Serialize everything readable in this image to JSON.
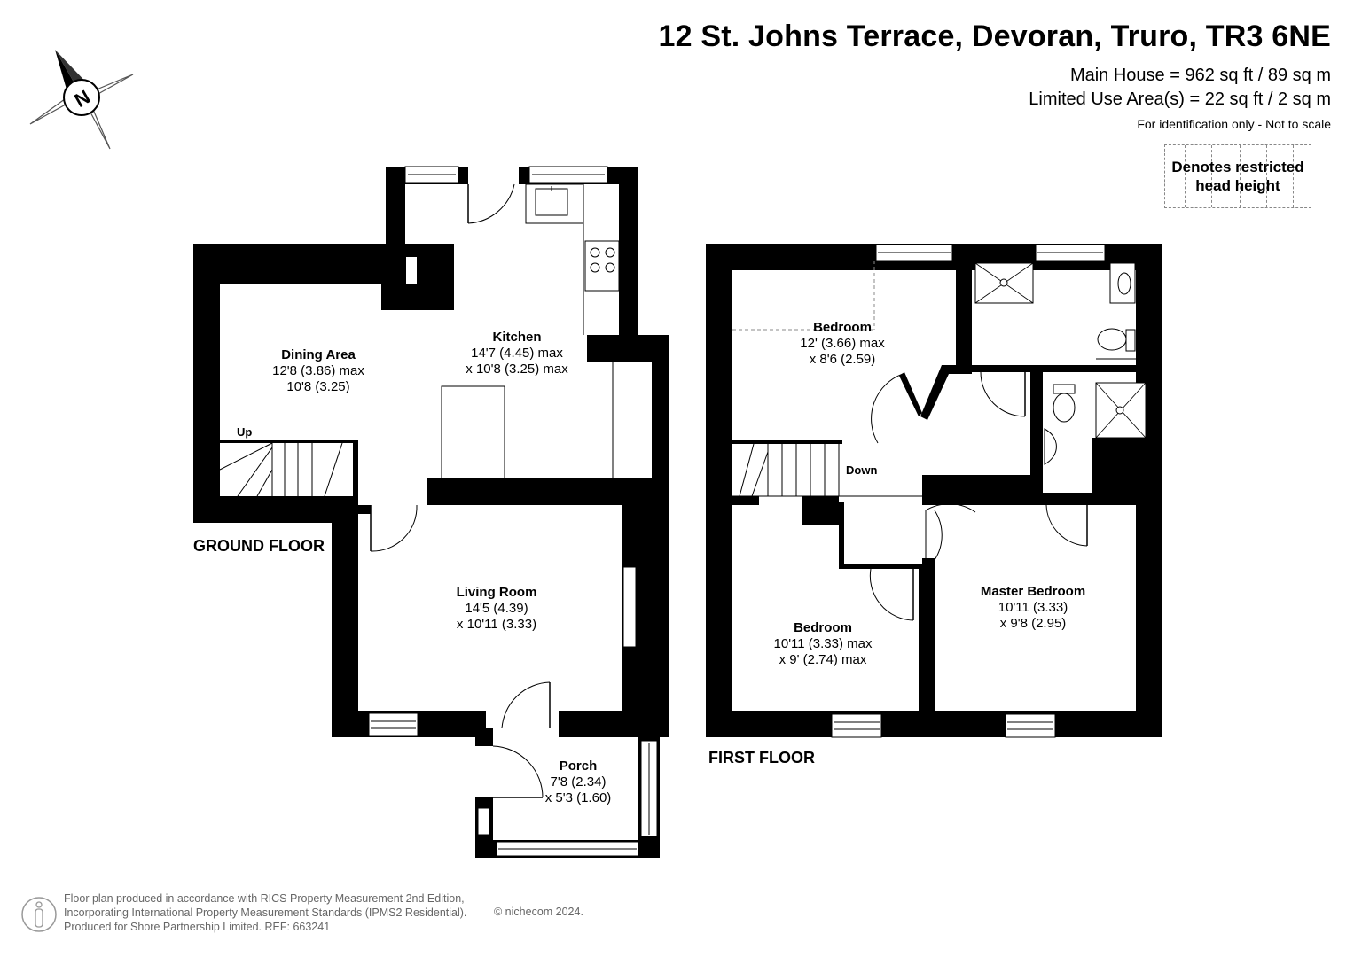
{
  "header": {
    "address": "12 St. Johns Terrace, Devoran, Truro, TR3 6NE",
    "main_area": "Main House = 962 sq ft / 89 sq m",
    "limited_area": "Limited Use Area(s) = 22 sq ft / 2 sq m",
    "scale_note": "For identification only - Not to scale"
  },
  "legend": {
    "restricted_height": "Denotes restricted head height"
  },
  "compass": {
    "label": "N",
    "icon": "north-compass-icon"
  },
  "floors": {
    "ground": {
      "label": "GROUND FLOOR",
      "rooms": {
        "dining": {
          "name": "Dining Area",
          "dim1": "12'8 (3.86) max",
          "dim2": "10'8 (3.25)"
        },
        "kitchen": {
          "name": "Kitchen",
          "dim1": "14'7 (4.45) max",
          "dim2": "x 10'8 (3.25) max"
        },
        "living": {
          "name": "Living Room",
          "dim1": "14'5 (4.39)",
          "dim2": "x 10'11 (3.33)"
        },
        "porch": {
          "name": "Porch",
          "dim1": "7'8 (2.34)",
          "dim2": "x 5'3 (1.60)"
        }
      },
      "stairs_label": "Up"
    },
    "first": {
      "label": "FIRST FLOOR",
      "rooms": {
        "bedroom_top": {
          "name": "Bedroom",
          "dim1": "12' (3.66) max",
          "dim2": "x 8'6 (2.59)"
        },
        "bedroom_bottom": {
          "name": "Bedroom",
          "dim1": "10'11 (3.33) max",
          "dim2": "x 9' (2.74) max"
        },
        "master": {
          "name": "Master Bedroom",
          "dim1": "10'11 (3.33)",
          "dim2": "x 9'8 (2.95)"
        }
      },
      "stairs_label": "Down"
    }
  },
  "footer": {
    "line1": "Floor plan produced in accordance with RICS Property Measurement 2nd Edition,",
    "line2": "Incorporating International Property Measurement Standards (IPMS2 Residential).",
    "line3": "Produced for Shore Partnership Limited.   REF: 663241",
    "copyright": "© nichecom 2024."
  }
}
